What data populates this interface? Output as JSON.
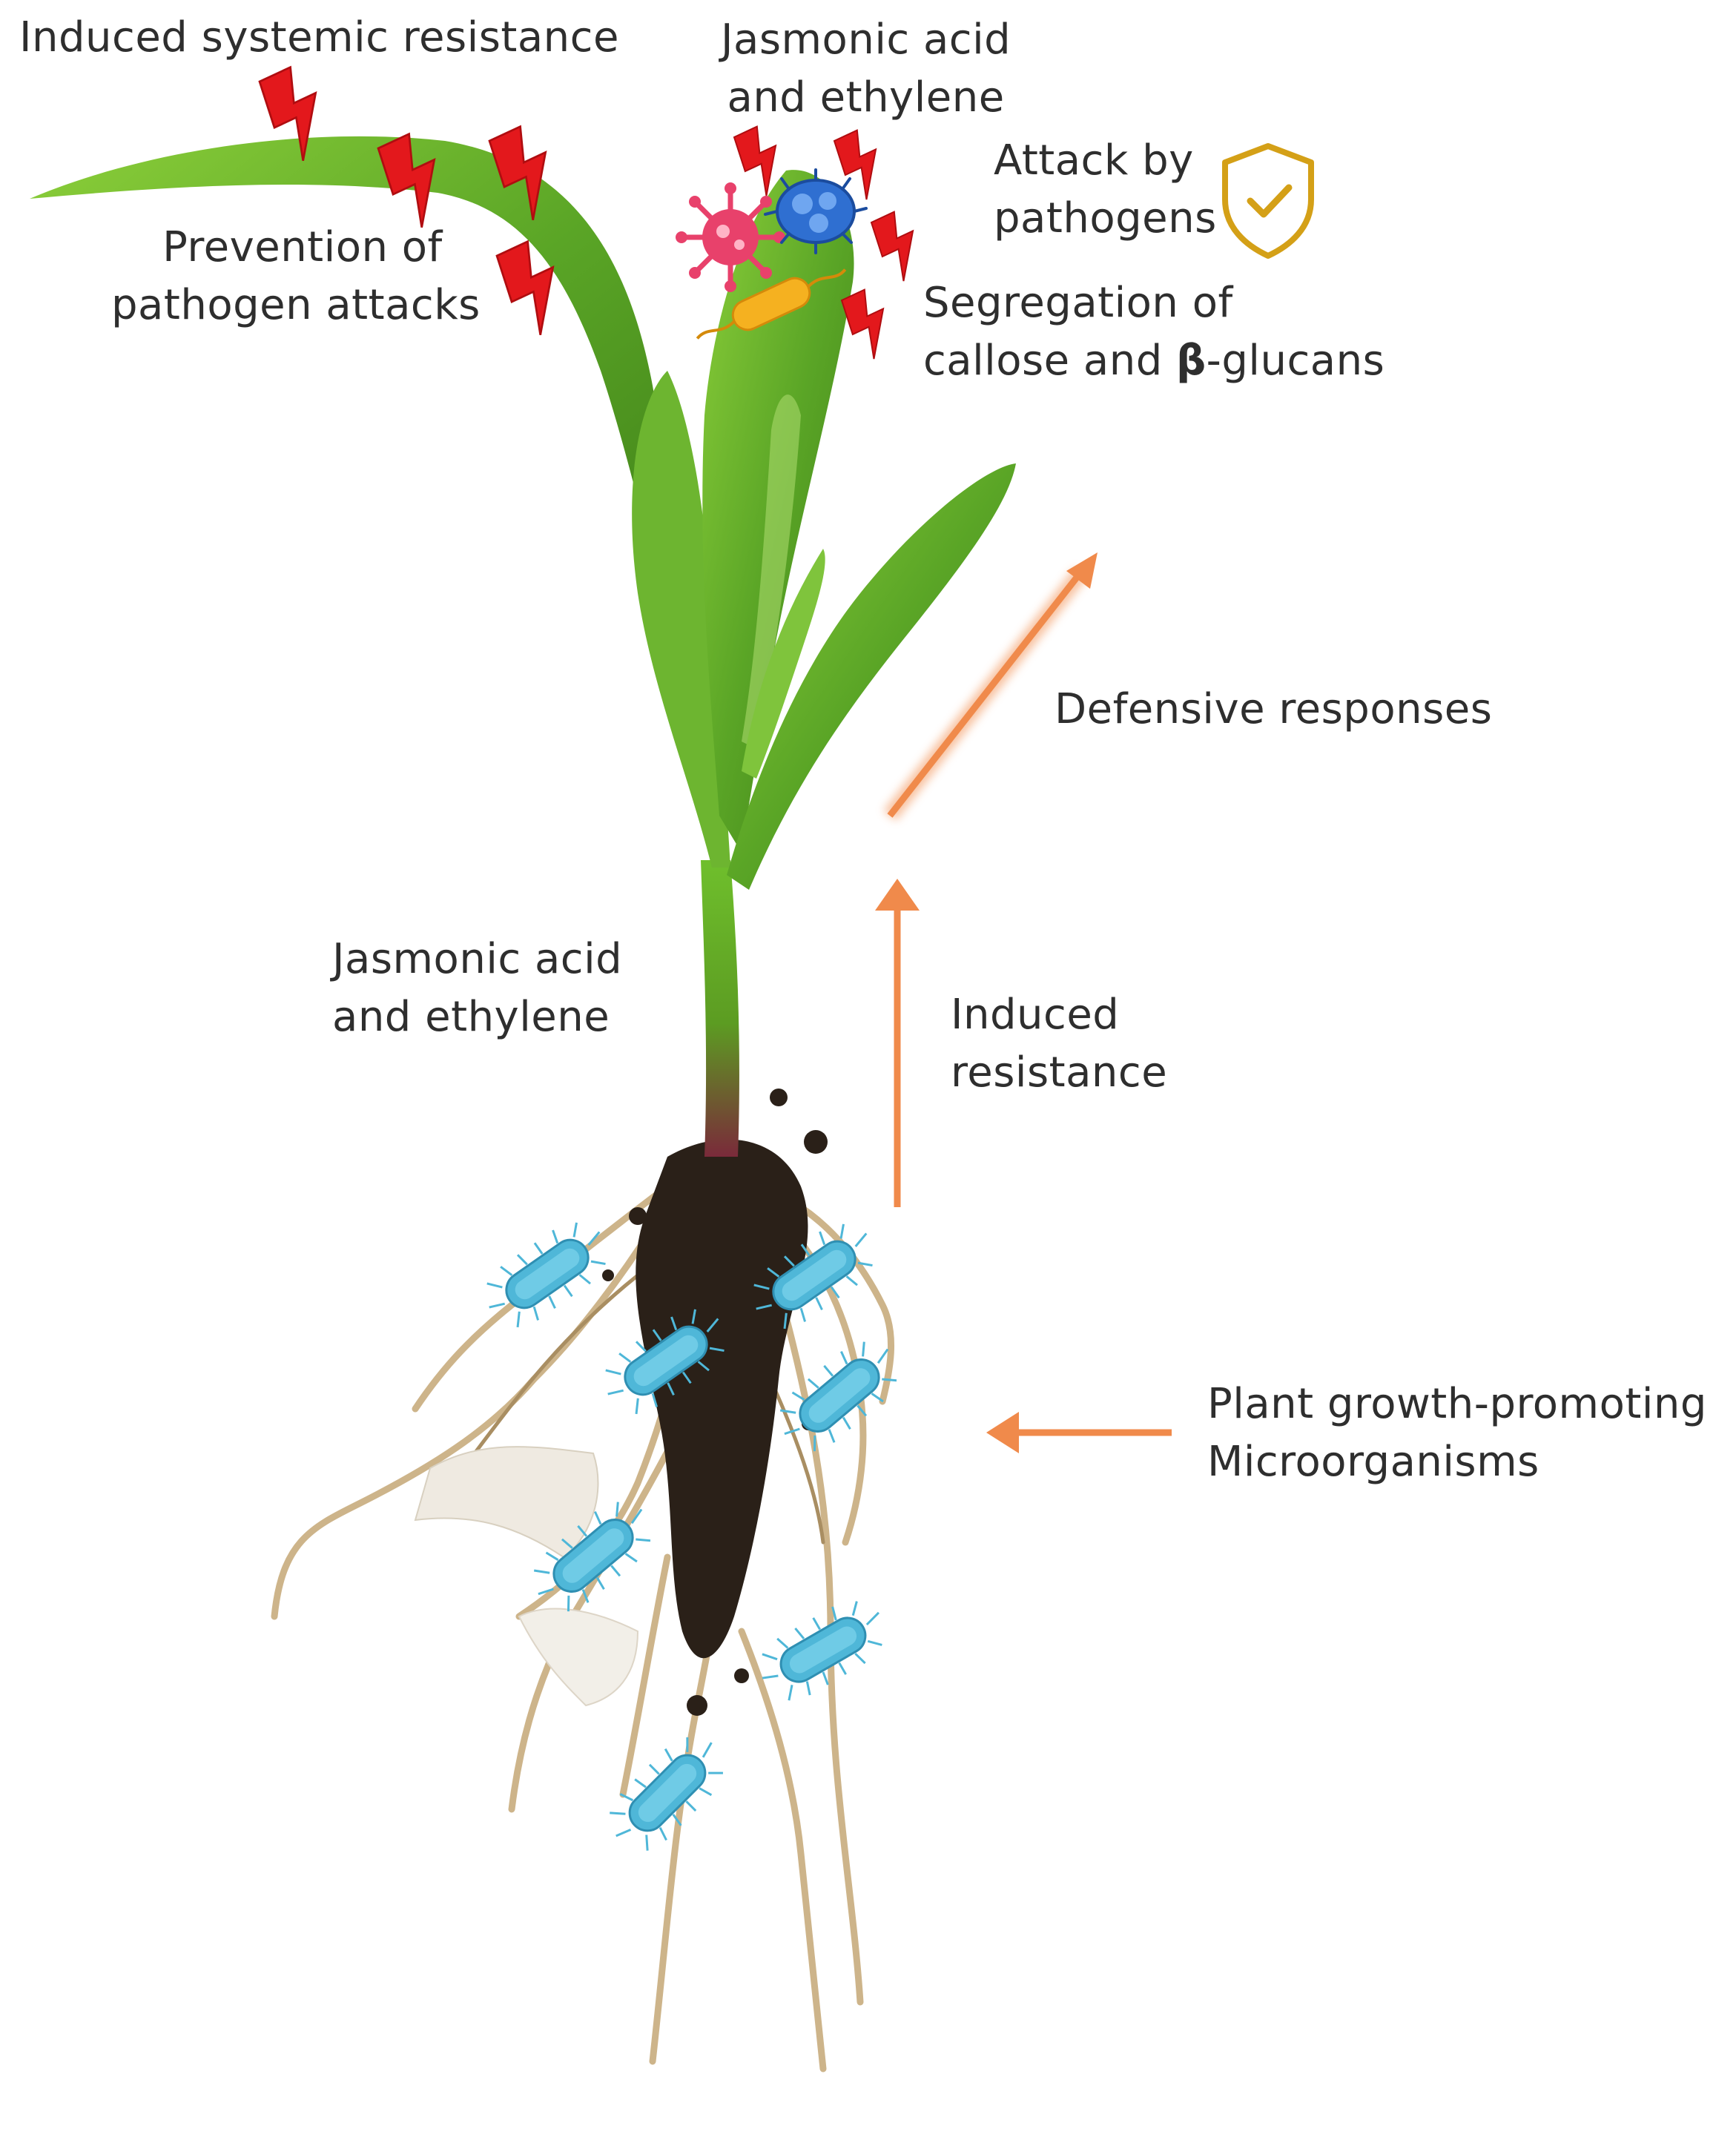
{
  "labels": {
    "induced_systemic_resistance": "Induced systemic resistance",
    "prevention_line1": "Prevention of",
    "prevention_line2": "pathogen attacks",
    "ja_top_line1": "Jasmonic acid",
    "ja_top_line2": "and ethylene",
    "attack_line1": "Attack by",
    "attack_line2": "pathogens",
    "segregation_line1": "Segregation of",
    "segregation_line2_pre": "callose and ",
    "segregation_line2_beta": "β",
    "segregation_line2_post": "-glucans",
    "defensive_responses": "Defensive responses",
    "ja_mid_line1": "Jasmonic acid",
    "ja_mid_line2": "and ethylene",
    "induced_line1": "Induced",
    "induced_line2": "resistance",
    "pgpm_line1": "Plant growth-promoting",
    "pgpm_line2": "Microorganisms"
  },
  "colors": {
    "arrow_orange": "#f08a4b",
    "lightning_red": "#e3181c",
    "shield_gold": "#d4a017",
    "bacteria_blue": "#4fb7d8",
    "leaf_green": "#5aa526",
    "stem_purple": "#7a2a3a",
    "soil": "#2a2018",
    "root_tan": "#cdb48a"
  },
  "icons": [
    "lightning-icon",
    "shield-check-icon",
    "virus-icon",
    "bacteria-icon",
    "rod-bacterium-icon"
  ]
}
